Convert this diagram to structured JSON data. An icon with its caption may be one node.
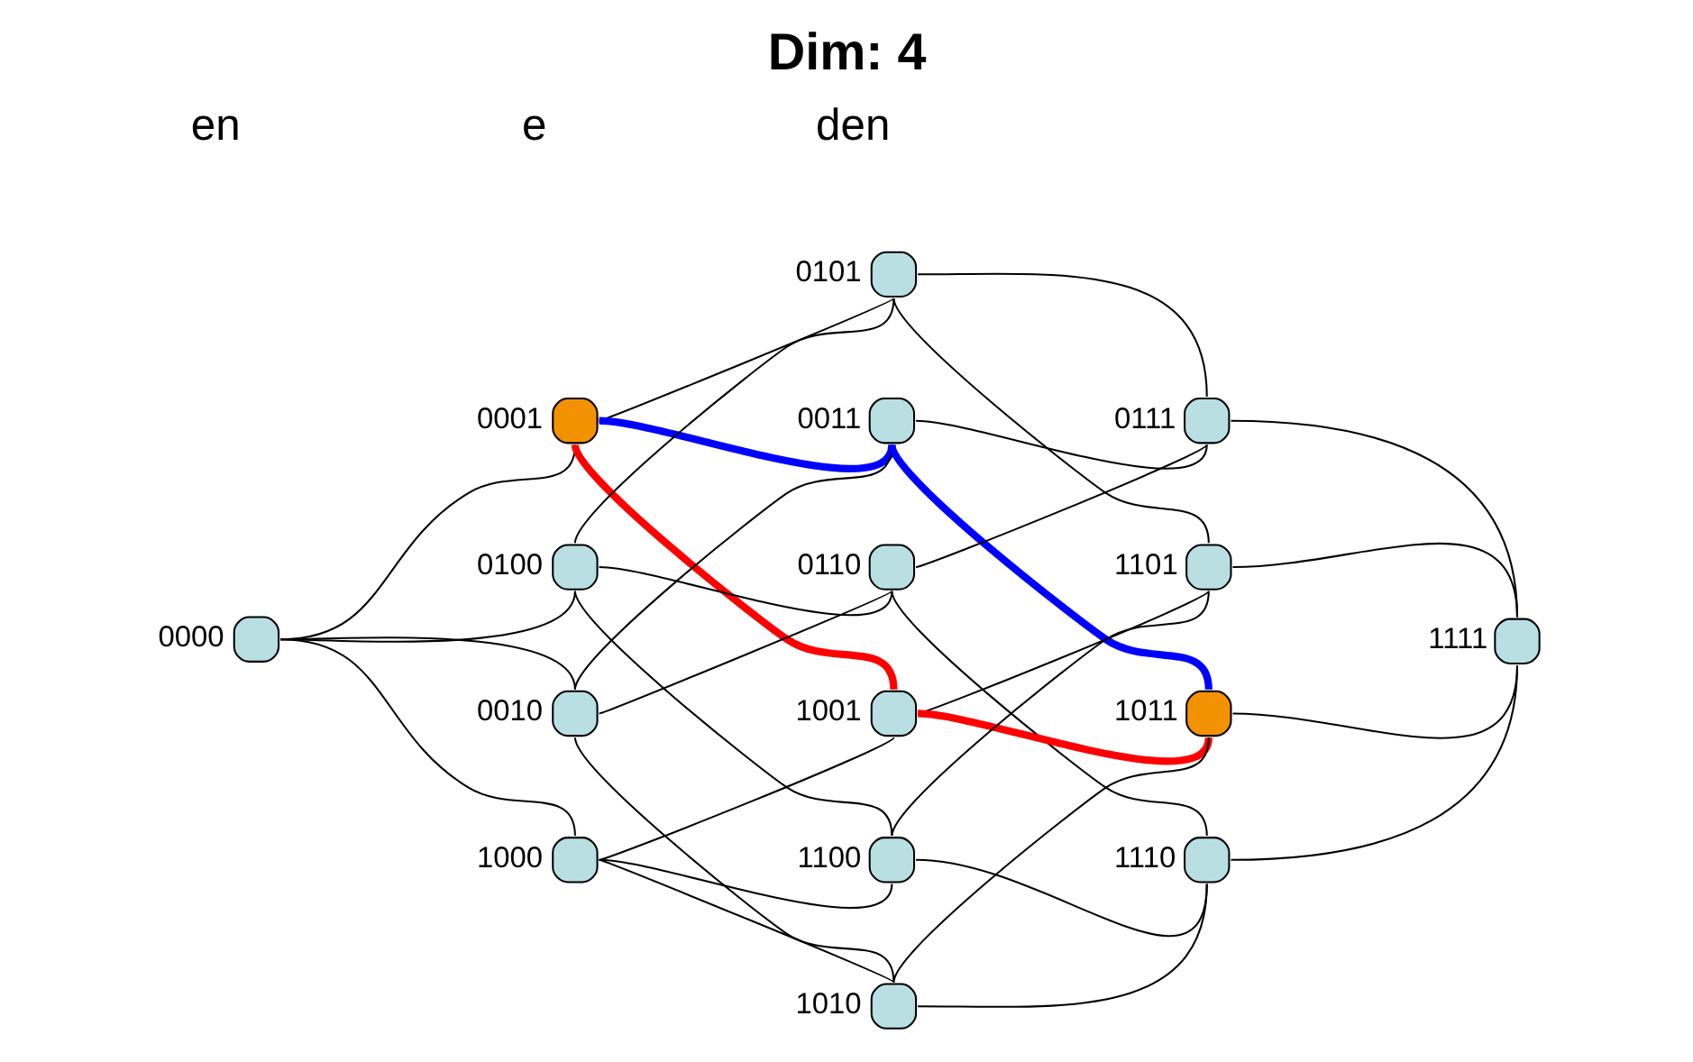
{
  "diagram": {
    "title": "Dim: 4",
    "nodes": [
      {
        "text": [],
        "shape": "circle",
        "beside": [
          "0000"
        ]
      },
      {
        "text": [],
        "shape": "circle",
        "beside": [
          "0001"
        ]
      },
      {
        "text": [],
        "shape": "circle",
        "beside": [
          "0100"
        ]
      },
      {
        "text": [],
        "shape": "circle",
        "beside": [
          "0101"
        ]
      },
      {
        "text": [],
        "shape": "circle",
        "beside": [
          "0010"
        ]
      },
      {
        "text": [],
        "shape": "circle",
        "beside": [
          "0011"
        ]
      },
      {
        "text": [],
        "shape": "circle",
        "beside": [
          "0110"
        ]
      },
      {
        "text": [],
        "shape": "circle",
        "beside": [
          "0111"
        ]
      },
      {
        "text": [],
        "shape": "circle",
        "beside": [
          "1000"
        ]
      },
      {
        "text": [],
        "shape": "circle",
        "beside": [
          "1001"
        ]
      },
      {
        "text": [],
        "shape": "circle",
        "beside": [
          "1100"
        ]
      },
      {
        "text": [],
        "shape": "circle",
        "beside": [
          "1101"
        ]
      },
      {
        "text": [],
        "shape": "circle",
        "beside": [
          "1010"
        ]
      },
      {
        "text": [],
        "shape": "circle",
        "beside": [
          "1011"
        ]
      },
      {
        "text": [],
        "shape": "circle",
        "beside": [
          "1110"
        ]
      },
      {
        "text": [],
        "shape": "circle",
        "beside": [
          "1111"
        ]
      }
    ],
    "edges": [
      {
        "from": 0,
        "to": 1,
        "arrow": "none"
      },
      {
        "from": 0,
        "to": 2,
        "arrow": "none"
      },
      {
        "from": 0,
        "to": 4,
        "arrow": "none"
      },
      {
        "from": 0,
        "to": 8,
        "arrow": "none"
      },
      {
        "from": 1,
        "to": 3,
        "arrow": "none"
      },
      {
        "from": 1,
        "to": 5,
        "arrow": "none",
        "style": "thick",
        "color": "#0000ff"
      },
      {
        "from": 1,
        "to": 9,
        "arrow": "none",
        "style": "thick",
        "color": "#ff0000"
      },
      {
        "from": 2,
        "to": 3,
        "arrow": "none"
      },
      {
        "from": 2,
        "to": 6,
        "arrow": "none"
      },
      {
        "from": 2,
        "to": 10,
        "arrow": "none"
      },
      {
        "from": 3,
        "to": 7,
        "arrow": "none"
      },
      {
        "from": 3,
        "to": 11,
        "arrow": "none"
      },
      {
        "from": 4,
        "to": 5,
        "arrow": "none"
      },
      {
        "from": 4,
        "to": 6,
        "arrow": "none"
      },
      {
        "from": 4,
        "to": 12,
        "arrow": "none"
      },
      {
        "from": 5,
        "to": 7,
        "arrow": "none"
      },
      {
        "from": 5,
        "to": 13,
        "arrow": "none",
        "style": "thick",
        "color": "#0000ff"
      },
      {
        "from": 6,
        "to": 7,
        "arrow": "none"
      },
      {
        "from": 6,
        "to": 14,
        "arrow": "none"
      },
      {
        "from": 7,
        "to": 15,
        "arrow": "none"
      },
      {
        "from": 8,
        "to": 9,
        "arrow": "none"
      },
      {
        "from": 8,
        "to": 10,
        "arrow": "none"
      },
      {
        "from": 8,
        "to": 12,
        "arrow": "none"
      },
      {
        "from": 9,
        "to": 11,
        "arrow": "none"
      },
      {
        "from": 9,
        "to": 13,
        "arrow": "none",
        "style": "thick",
        "color": "#ff0000"
      },
      {
        "from": 10,
        "to": 11,
        "arrow": "none"
      },
      {
        "from": 10,
        "to": 14,
        "arrow": "none"
      },
      {
        "from": 11,
        "to": 15,
        "arrow": "none"
      },
      {
        "from": 12,
        "to": 13,
        "arrow": "none"
      },
      {
        "from": 12,
        "to": 14,
        "arrow": "none"
      },
      {
        "from": 13,
        "to": 15,
        "arrow": "none"
      },
      {
        "from": 14,
        "to": 15,
        "arrow": "none"
      }
    ],
    "labels": [
      "en",
      "e",
      "den"
    ]
  }
}
